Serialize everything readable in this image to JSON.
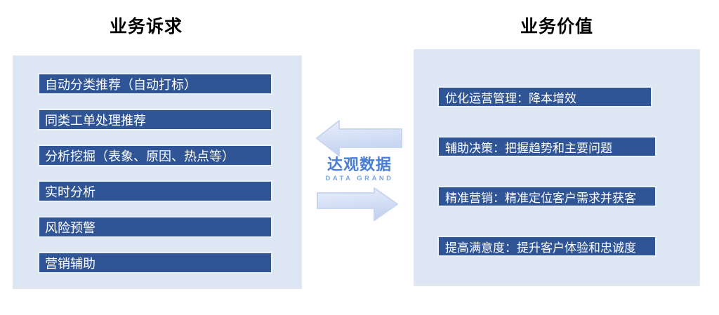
{
  "left_section": {
    "title": "业务诉求",
    "items": [
      "自动分类推荐（自动打标）",
      "同类工单处理推荐",
      "分析挖掘（表象、原因、热点等）",
      "实时分析",
      "风险预警",
      "营销辅助"
    ]
  },
  "right_section": {
    "title": "业务价值",
    "items": [
      "优化运营管理：降本增效",
      "辅助决策：把握趋势和主要问题",
      "精准营销：精准定位客户需求并获客",
      "提高满意度：提升客户体验和忠诚度"
    ]
  },
  "center": {
    "logo_primary": "达观数据",
    "logo_secondary": "DATA GRAND",
    "icons": [
      "arrow-left-icon",
      "arrow-right-icon"
    ]
  },
  "colors": {
    "panel_bg": "#dce7f3",
    "bar_bg": "#2f5597",
    "bar_border": "#eaf0f8",
    "bar_text": "#ffffff",
    "title_text": "#000000",
    "logo_primary": "#4a7dd6",
    "logo_secondary": "#76a5e3",
    "arrow_fill_light": "#e9effc",
    "arrow_fill_dark": "#c2d1f0",
    "arrow_border": "#c9d6ef"
  }
}
